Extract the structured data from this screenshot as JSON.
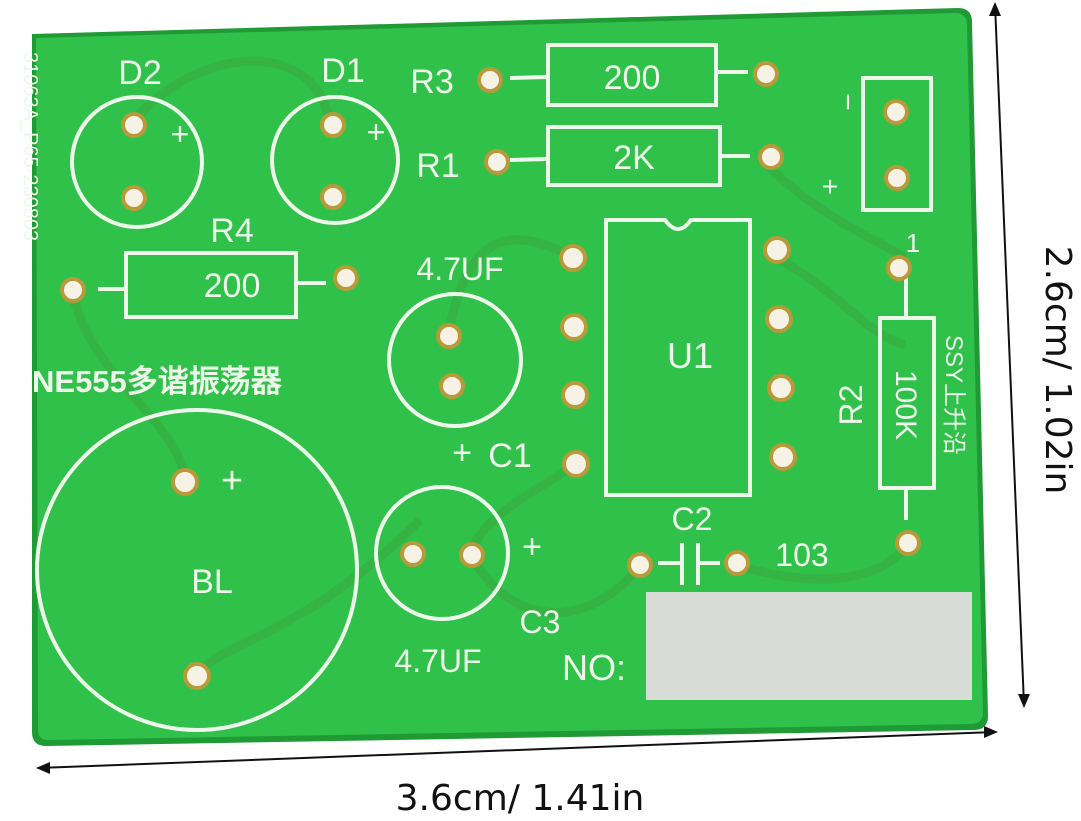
{
  "colors": {
    "board": "#2fc04a",
    "board_edge": "#1f9a35",
    "trace": "#3aa73f",
    "silkscreen": "#eef8ea",
    "pad": "#f6f3e6",
    "pad_ring": "#b89a3a",
    "label_area": "#d8dcd6",
    "dimension_line": "#111111"
  },
  "board": {
    "side_code": "31063A_P65-230803",
    "title": "NE555多谐振荡器",
    "designators": {
      "d2": "D2",
      "d1": "D1",
      "r3": "R3",
      "r1": "R1",
      "r4": "R4",
      "r2": "R2",
      "u1": "U1",
      "c1": "C1",
      "c2": "C2",
      "c3": "C3",
      "bl": "BL"
    },
    "values": {
      "r3": "200",
      "r1": "2K",
      "r4": "200",
      "r2": "100K",
      "c1": "4.7UF",
      "c3": "4.7UF",
      "c2": "103"
    },
    "marks": {
      "plus": "+",
      "minus": "−",
      "d2_plus": "+",
      "d1_plus": "+",
      "bl_plus": "+",
      "c3_plus": "+",
      "c1_plus": "+",
      "conn_minus": "−",
      "conn_plus": "+",
      "conn_pin1": "1"
    },
    "vertical_note": "SSY上升沿",
    "serial_label": "NO:"
  },
  "dimensions": {
    "width": "3.6cm/ 1.41in",
    "height": "2.6cm/ 1.02in"
  }
}
